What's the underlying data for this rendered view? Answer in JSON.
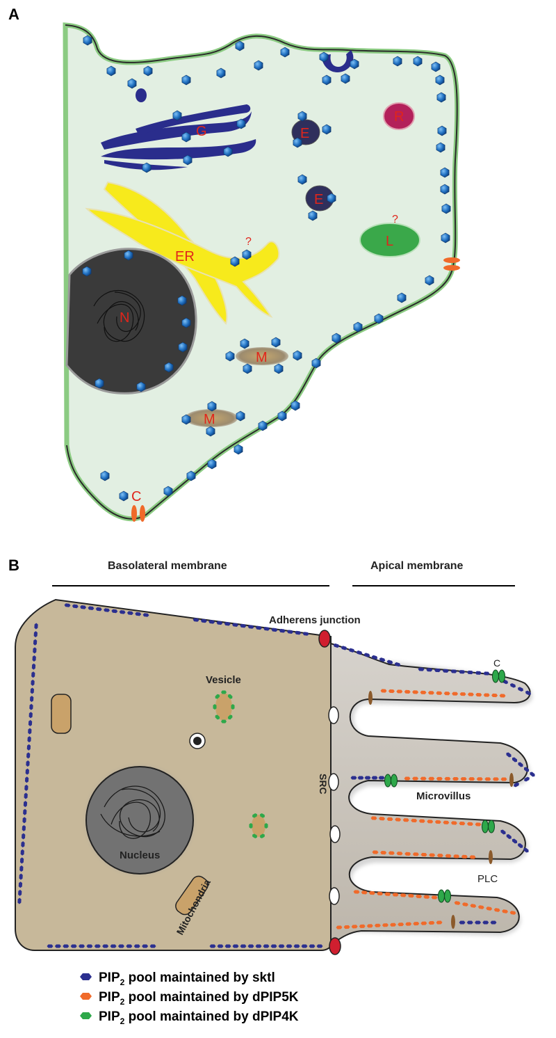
{
  "panel_a": {
    "letter": "A",
    "labels": {
      "golgi": "G",
      "endosome_1": "E",
      "endosome_2": "E",
      "rhabdomere": "R",
      "lysosome": "L",
      "er": "ER",
      "nucleus": "N",
      "mito_1": "M",
      "mito_2": "M",
      "channel": "C",
      "question_er": "?",
      "question_lysosome": "?"
    }
  },
  "panel_b": {
    "letter": "B",
    "headers": {
      "basolateral": "Basolateral membrane",
      "apical": "Apical membrane"
    },
    "labels": {
      "adherens": "Adherens junction",
      "vesicle": "Vesicle",
      "src": "SRC",
      "microvillus": "Microvillus",
      "plc": "PLC",
      "channel": "C",
      "nucleus": "Nucleus",
      "mitochondria": "Mitochondria"
    }
  },
  "legend": [
    {
      "prefix": "PIP",
      "sub": "2",
      "text": " pool maintained by sktl",
      "color": "#2b2f8f"
    },
    {
      "prefix": "PIP",
      "sub": "2",
      "text": " pool maintained by dPIP5K",
      "color": "#f06a2a"
    },
    {
      "prefix": "PIP",
      "sub": "2",
      "text": " pool maintained by dPIP4K",
      "color": "#2ea84a"
    }
  ],
  "colors": {
    "cytoplasm_a": "#e2efe2",
    "membrane_a": "#8bcb82",
    "golgi": "#2a2d8c",
    "er": "#f7ea1c",
    "nucleus": "#3a3a3a",
    "rhabdomere": "#b3205a",
    "lysosome": "#3aa84a",
    "mito": "#a58d6a",
    "pip_blue": "#1f6fc0",
    "cytoplasm_b": "#c7b89a",
    "microvilli_b": "#c9c3b9",
    "sktl": "#2b2f8f",
    "dpip5k": "#f06a2a",
    "dpip4k": "#2ea84a",
    "junction": "#d01f2f"
  }
}
